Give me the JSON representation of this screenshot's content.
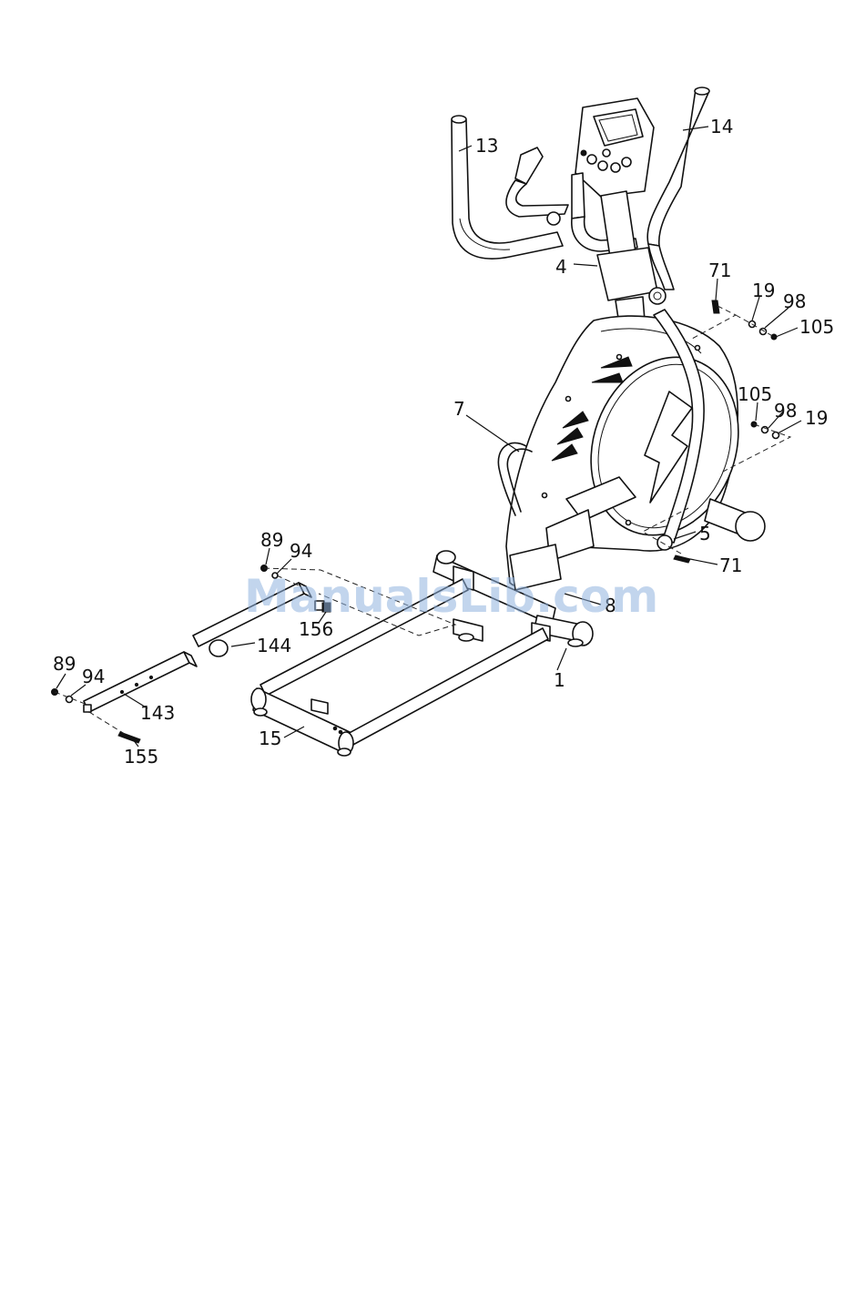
{
  "watermark": "ManualsLib.com",
  "part_labels": {
    "p13": "13",
    "p14": "14",
    "p4": "4",
    "p71_top": "71",
    "p19_top": "19",
    "p98_top": "98",
    "p105_top": "105",
    "p7": "7",
    "p105_mid": "105",
    "p98_mid": "98",
    "p19_mid": "19",
    "p5": "5",
    "p71_bottom": "71",
    "p89_top": "89",
    "p94_top": "94",
    "p8": "8",
    "p156": "156",
    "p144": "144",
    "p1": "1",
    "p89_bottom": "89",
    "p94_bottom": "94",
    "p143": "143",
    "p15": "15",
    "p155": "155"
  }
}
